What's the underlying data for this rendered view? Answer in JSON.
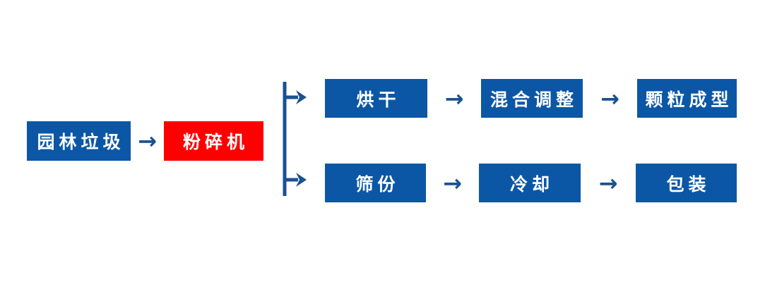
{
  "glyphs": {
    "arrow_right": "→"
  },
  "colors": {
    "box_blue": "#0B57A5",
    "box_red": "#FE0000",
    "connector_blue": "#1A5191",
    "label_text": "#FFFFFF",
    "background": "#FFFFFF"
  },
  "flow": {
    "input": {
      "label": "园林垃圾"
    },
    "crusher": {
      "label": "粉碎机"
    },
    "top_branch": [
      {
        "label": "烘干"
      },
      {
        "label": "混合调整"
      },
      {
        "label": "颗粒成型"
      }
    ],
    "bottom_branch": [
      {
        "label": "筛份"
      },
      {
        "label": "冷却"
      },
      {
        "label": "包装"
      }
    ]
  }
}
